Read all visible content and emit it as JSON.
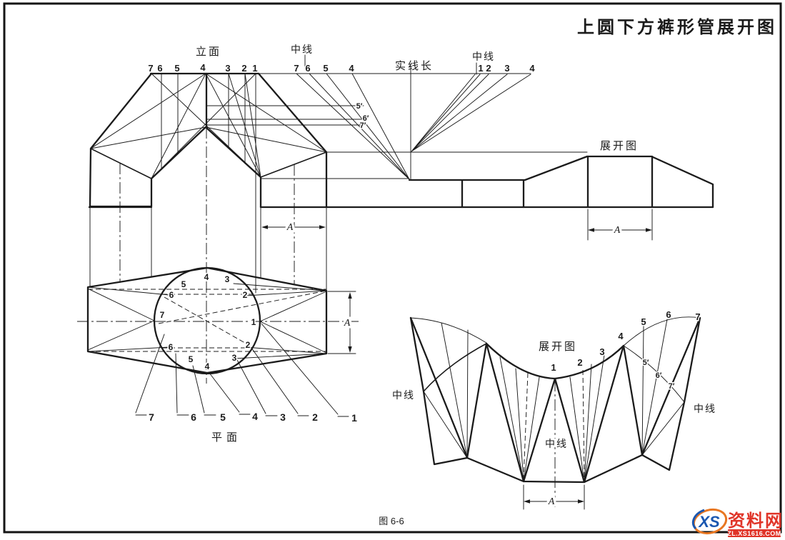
{
  "title": "上圆下方裤形管展开图",
  "labels": {
    "elevation": "立面",
    "plan": "平面",
    "centerline": "中线",
    "true_length": "实线长",
    "development": "展开图",
    "figure": "图 6-6",
    "dim_letter": "A"
  },
  "numbers": {
    "elev_top": [
      "7",
      "6",
      "5",
      "4",
      "3",
      "2",
      "1"
    ],
    "tl_left": [
      "7",
      "6",
      "5",
      "4"
    ],
    "tl_right": [
      "1",
      "2",
      "3",
      "4"
    ],
    "elev_primes": [
      "5′",
      "6′",
      "7′"
    ],
    "plan_upper": [
      "4",
      "5",
      "3",
      "6",
      "2",
      "7",
      "1"
    ],
    "plan_lower": [
      "6",
      "2",
      "5",
      "3",
      "4"
    ],
    "plan_leaders": [
      "7",
      "6",
      "5",
      "4",
      "3",
      "2",
      "1"
    ],
    "dev_edge": [
      "1",
      "2",
      "3",
      "4",
      "5",
      "6",
      "7"
    ],
    "dev_primes": [
      "5′",
      "6′",
      "7′"
    ]
  },
  "watermark": {
    "logo_text": "XS",
    "site_name": "资料网",
    "site_url": "ZL.XS1616.COM"
  },
  "colors": {
    "ink": "#1b1b1b",
    "paper": "#ffffff",
    "wm_red": "#e03428",
    "wm_blue": "#1a57b0",
    "wm_orange": "#e87722"
  }
}
